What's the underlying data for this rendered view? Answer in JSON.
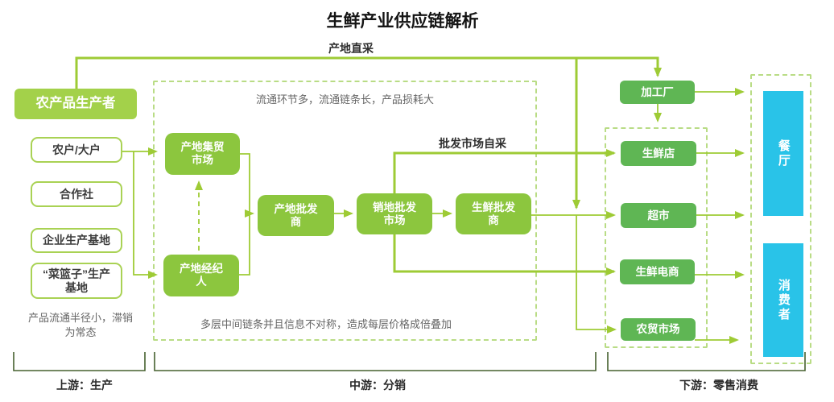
{
  "title": "生鲜产业供应链解析",
  "flow_labels": {
    "direct_sourcing": "产地直采",
    "wholesale_self_pickup": "批发市场自采"
  },
  "upstream": {
    "header": "农产品生产者",
    "producers": [
      "农户/大户",
      "合作社",
      "企业生产基地",
      "“菜篮子”生产基地"
    ],
    "note": "产品流通半径小，滞销为常态"
  },
  "midstream": {
    "note_top": "流通环节多，流通链条长，产品损耗大",
    "note_bottom": "多层中间链条并且信息不对称，造成每层价格成倍叠加",
    "nodes": {
      "origin_market": "产地集贸市场",
      "origin_broker": "产地经纪人",
      "origin_wholesaler": "产地批发商",
      "destination_market": "销地批发市场",
      "fresh_wholesaler": "生鲜批发商"
    }
  },
  "downstream": {
    "processing_plant": "加工厂",
    "retailers": [
      "生鲜店",
      "超市",
      "生鲜电商",
      "农贸市场"
    ],
    "consumers": [
      "餐厅",
      "消费者"
    ]
  },
  "sections": {
    "upstream": "上游：生产",
    "midstream": "中游：分销",
    "downstream": "下游：零售消费"
  },
  "colors": {
    "line_green": "#9ecb35",
    "node_light_green": "#8cc63e",
    "node_dark_green": "#5fb654",
    "dashed_border": "#b9dc85",
    "consumer_blue": "#29c3e8",
    "bracket_green": "#46602f"
  }
}
